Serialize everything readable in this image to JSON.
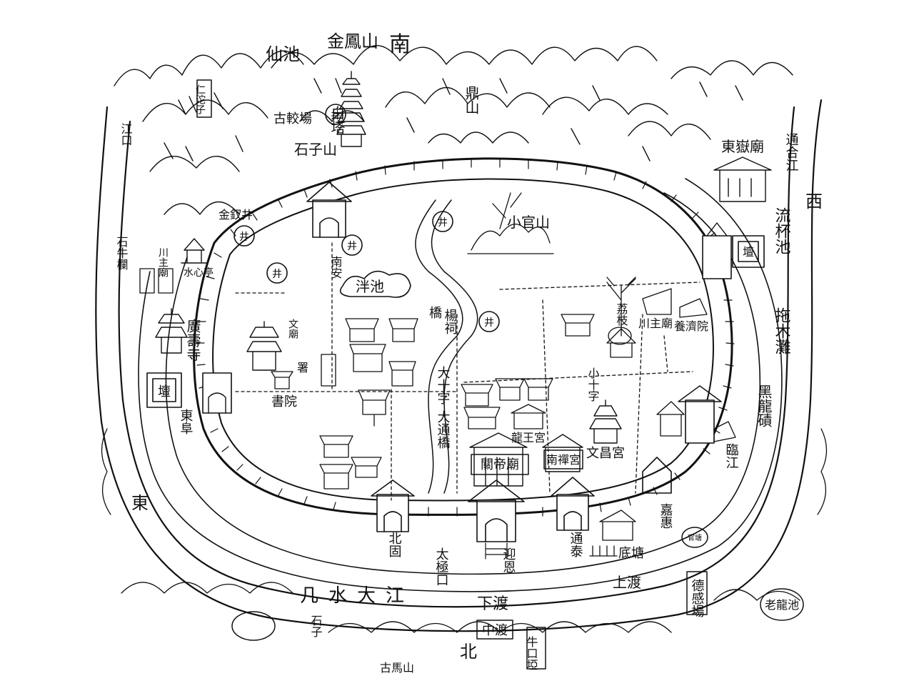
{
  "colors": {
    "ink": "#111111",
    "paper": "#ffffff"
  },
  "directions": {
    "south": "南",
    "north": "北",
    "east": "東",
    "west": "西"
  },
  "mountains": {
    "jinfeng": "金鳳山",
    "xian_chi": "仙池",
    "ding_shan": "鼎山",
    "shizi_shan": "石子山",
    "xiao_guan_shan": "小官山"
  },
  "sites": {
    "bai_ta": "白塔",
    "gu_jiao_chang": "古較場",
    "dongyue_miao": "東嶽廟",
    "tonghe_jiang": "通合江",
    "liubei_chi": "流杯池",
    "tuomu_tan": "拖木灘",
    "heilong_ji": "黑龍磧",
    "lin_jiang": "臨江",
    "jia_hui": "嘉惠",
    "de_gan_chang": "德感場",
    "lao_long_chi": "老龍池",
    "xia_du": "下渡",
    "shang_du": "上渡",
    "zhong_du": "中渡",
    "niukou_ya": "牛口埡",
    "jishui_dajiang": "几水大江",
    "di_tang": "底塘",
    "tong_tai": "通泰",
    "ying_en": "迎恩",
    "taiji_kou": "太極口",
    "bei_gu": "北固",
    "da_tong_qiao": "大通橋",
    "da_shizi": "大十字",
    "xiao_shizi": "小十字",
    "wenchang_gong": "文昌宮",
    "nanchan_gong": "南禪宮",
    "longwang_gong": "龍王宮",
    "guandi_miao": "關帝廟",
    "yang_si": "楊祠",
    "qiao": "橋",
    "pan_chi": "泮池",
    "nan_an": "南安",
    "li_zhi": "荔枝",
    "chuanzhu_miao_e": "川主廟",
    "yang_ji_yuan": "養濟院",
    "guang_shou_si": "廣壽寺",
    "dong_fu": "東阜",
    "shu_yuan": "書院",
    "shui_xin_ting": "水心亭",
    "chuanzhu_miao_w": "川主廟",
    "jinchai_jing": "金釵井",
    "ren_tuo_zi": "仁沱子",
    "jiang_kou": "江口",
    "shi_niu_lan": "石牛欄",
    "wen_miao": "文廟",
    "shu_shu": "署",
    "jing": "井",
    "tan": "壇",
    "guan_tang": "官塘",
    "gu_ma_shan": "古馬山",
    "shi_zi": "石子"
  }
}
